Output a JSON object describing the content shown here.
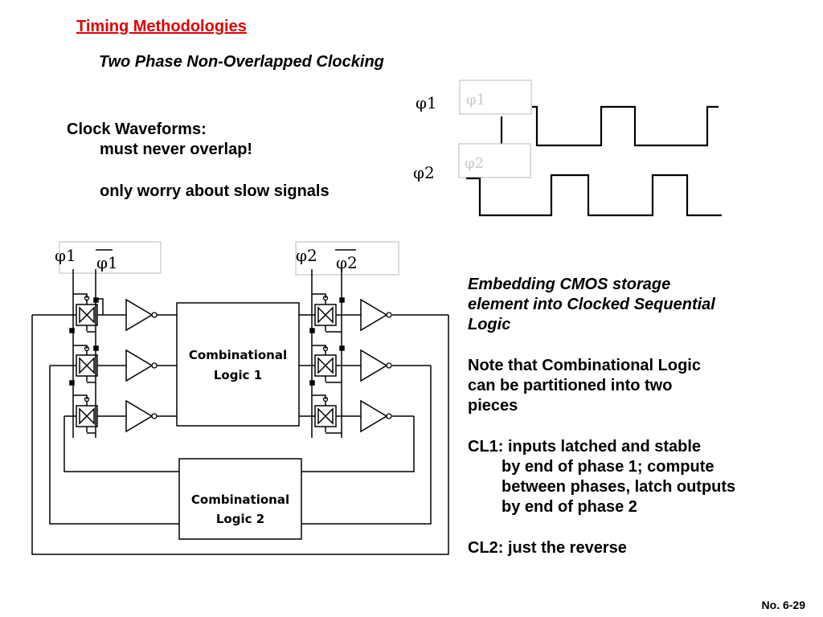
{
  "slide": {
    "title": "Timing Methodologies",
    "subtitle": "Two Phase Non-Overlapped Clocking",
    "clock": {
      "heading": "Clock Waveforms:",
      "line1": "must never overlap!",
      "line2": "only worry about slow signals"
    },
    "notes": {
      "emb1": "Embedding CMOS storage",
      "emb2": "element into Clocked Sequential",
      "emb3": "Logic",
      "note1": "Note that Combinational Logic",
      "note2": "can be partitioned into two",
      "note3": "pieces",
      "cl1a": "CL1: inputs latched and stable",
      "cl1b": "by end of phase 1;  compute",
      "cl1c": "between phases, latch outputs",
      "cl1d": "by end of phase 2",
      "cl2": "CL2: just the reverse"
    },
    "page_number": "No. 6-29"
  },
  "diagram": {
    "wave_phi1": "φ1",
    "wave_phi2": "φ2",
    "ghost_phi1": "φ1",
    "ghost_phi2": "φ2",
    "latch1_phi": "φ1",
    "latch1_phibar": "φ1",
    "latch2_phi": "φ2",
    "latch2_phibar": "φ2",
    "cl1_line1": "Combinational",
    "cl1_line2": "Logic 1",
    "cl2_line1": "Combinational",
    "cl2_line2": "Logic 2"
  }
}
